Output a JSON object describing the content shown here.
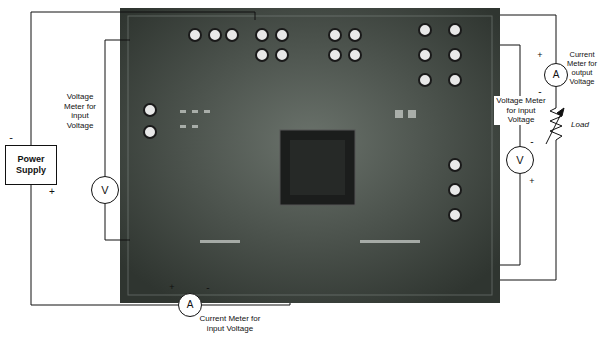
{
  "diagram": {
    "nodes": [
      {
        "text": [
          "Power Supply"
        ]
      },
      {
        "text": [
          "V"
        ]
      },
      {
        "text": [
          "A"
        ]
      },
      {
        "text": [
          "V"
        ]
      },
      {
        "text": [
          "A"
        ]
      }
    ],
    "edges": [
      {
        "from": 0,
        "to": 2,
        "arrow": "none"
      }
    ],
    "labels": [
      "-",
      "+",
      "Voltage Meter for input Voltage",
      "+",
      "-",
      "Current Meter for input Voltage",
      "Voltage Meter for input Voltage",
      "-",
      "+",
      "+",
      "-",
      "Current Meter for output Voltage",
      "Load"
    ]
  }
}
